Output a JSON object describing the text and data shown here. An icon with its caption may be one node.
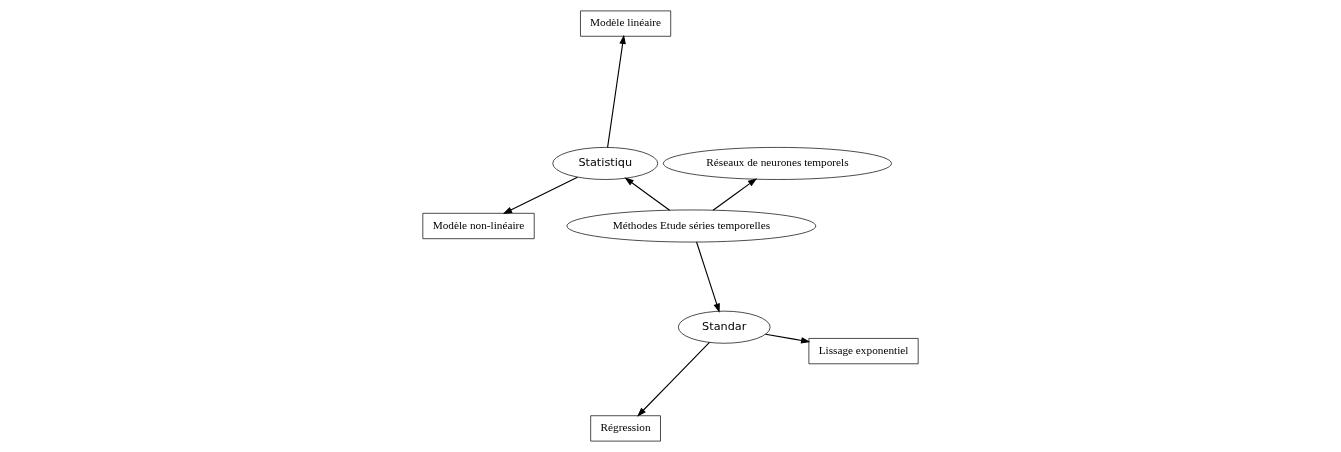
{
  "diagram": {
    "nodes": [
      {
        "text": [
          "Méthodes Etude séries temporelles"
        ]
      },
      {
        "text": [
          "Réseaux de neurones temporels"
        ]
      },
      {
        "text": [
          "Statistiqu"
        ]
      },
      {
        "text": [
          "Standar"
        ]
      },
      {
        "text": [
          "Modèle linéaire"
        ]
      },
      {
        "text": [
          "Modèle non-linéaire"
        ]
      },
      {
        "text": [
          "Régression"
        ]
      },
      {
        "text": [
          "Lissage exponentiel"
        ]
      }
    ],
    "edges": [
      {
        "from": 0,
        "to": 1,
        "arrow": "to"
      },
      {
        "from": 0,
        "to": 2,
        "arrow": "to"
      },
      {
        "from": 0,
        "to": 3,
        "arrow": "to"
      },
      {
        "from": 2,
        "to": 4,
        "arrow": "to"
      },
      {
        "from": 2,
        "to": 5,
        "arrow": "to"
      },
      {
        "from": 3,
        "to": 6,
        "arrow": "to"
      },
      {
        "from": 3,
        "to": 7,
        "arrow": "to"
      }
    ]
  }
}
